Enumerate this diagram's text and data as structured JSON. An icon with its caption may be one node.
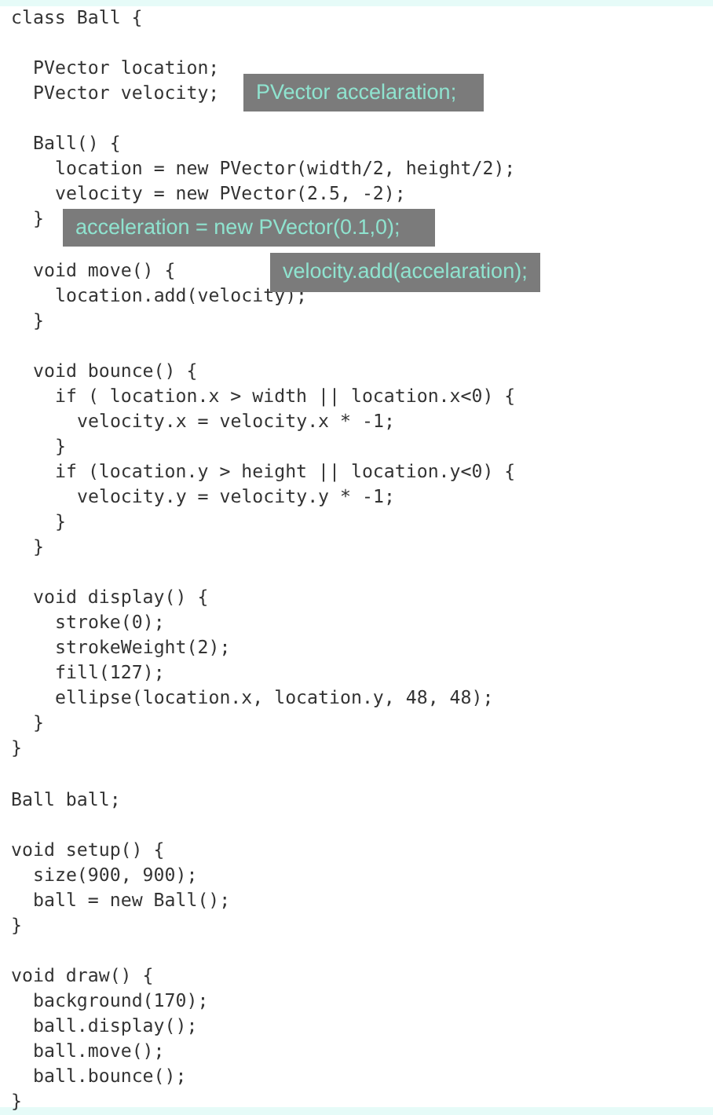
{
  "diagram": {
    "nodes": [
      {
        "text": [
          "PVector accelaration;"
        ]
      },
      {
        "text": [
          "acceleration = new PVector(0.1,0);"
        ]
      },
      {
        "text": [
          "velocity.add(accelaration);"
        ]
      }
    ],
    "labels": [
      "class Ball {",
      "PVector location;",
      "PVector velocity;",
      "Ball() {",
      "location = new PVector(width/2, height/2);",
      "velocity = new PVector(2.5, -2);",
      "}",
      "void move() {",
      "location.add(velocity);",
      "}",
      "void bounce() {",
      "if ( location.x > width || location.x<0) {",
      "velocity.x = velocity.x * -1;",
      "}",
      "if (location.y > height || location.y<0) {",
      "velocity.y = velocity.y * -1;",
      "}",
      "}",
      "void display() {",
      "stroke(0);",
      "strokeWeight(2);",
      "fill(127);",
      "ellipse(location.x, location.y, 48, 48);",
      "}",
      "}",
      "Ball ball;",
      "void setup() {",
      "size(900, 900);",
      "ball = new Ball();",
      "}",
      "void draw() {",
      "background(170);",
      "ball.display();",
      "ball.move();",
      "ball.bounce();",
      "}"
    ]
  }
}
